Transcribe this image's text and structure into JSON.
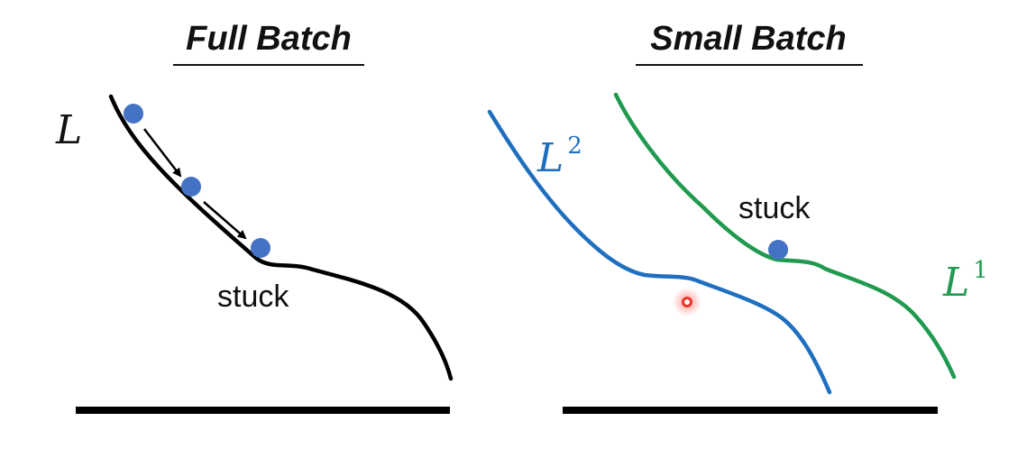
{
  "panels": {
    "full_batch": {
      "title": "Full Batch",
      "curve_label": "L",
      "annotation": "stuck"
    },
    "small_batch": {
      "title": "Small Batch",
      "curve_label_blue": "L",
      "curve_label_blue_sup": "2",
      "curve_label_green": "L",
      "curve_label_green_sup": "1",
      "annotation": "stuck"
    }
  },
  "colors": {
    "black_curve": "#000000",
    "blue_curve": "#1f6fbf",
    "green_curve": "#1f9a4f",
    "ball": "#4472c4",
    "red_marker": "#e8332a"
  }
}
